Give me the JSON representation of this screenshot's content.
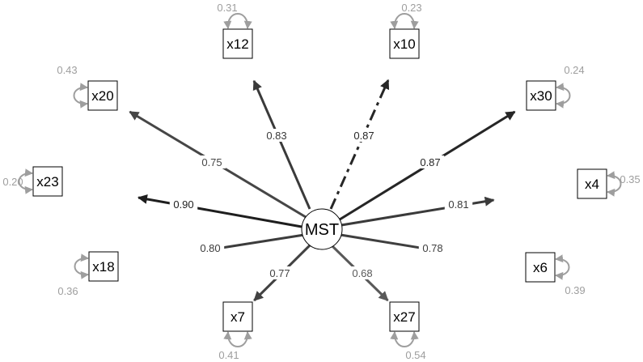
{
  "diagram": {
    "latent": {
      "id": "MST",
      "label": "MST"
    },
    "indicators": [
      {
        "id": "x12",
        "label": "x12",
        "loading": "0.83",
        "residual": "0.31",
        "color": "#3a3a3a",
        "dashed": false
      },
      {
        "id": "x10",
        "label": "x10",
        "loading": "0.87",
        "residual": "0.23",
        "color": "#262626",
        "dashed": true
      },
      {
        "id": "x30",
        "label": "x30",
        "loading": "0.87",
        "residual": "0.24",
        "color": "#262626",
        "dashed": false
      },
      {
        "id": "x4",
        "label": "x4",
        "loading": "0.81",
        "residual": "0.35",
        "color": "#3a3a3a",
        "dashed": false
      },
      {
        "id": "x6",
        "label": "x6",
        "loading": "0.78",
        "residual": "0.39",
        "color": "#3f3f3f",
        "dashed": false
      },
      {
        "id": "x27",
        "label": "x27",
        "loading": "0.68",
        "residual": "0.54",
        "color": "#595959",
        "dashed": false
      },
      {
        "id": "x7",
        "label": "x7",
        "loading": "0.77",
        "residual": "0.41",
        "color": "#424242",
        "dashed": false
      },
      {
        "id": "x18",
        "label": "x18",
        "loading": "0.80",
        "residual": "0.36",
        "color": "#3c3c3c",
        "dashed": false
      },
      {
        "id": "x23",
        "label": "x23",
        "loading": "0.90",
        "residual": "0.20",
        "color": "#1e1e1e",
        "dashed": false
      },
      {
        "id": "x20",
        "label": "x20",
        "loading": "0.75",
        "residual": "0.43",
        "color": "#464646",
        "dashed": false
      }
    ]
  },
  "colors": {
    "residual": "#9e9e9e",
    "box_border": "#000000",
    "background": "#ffffff"
  }
}
